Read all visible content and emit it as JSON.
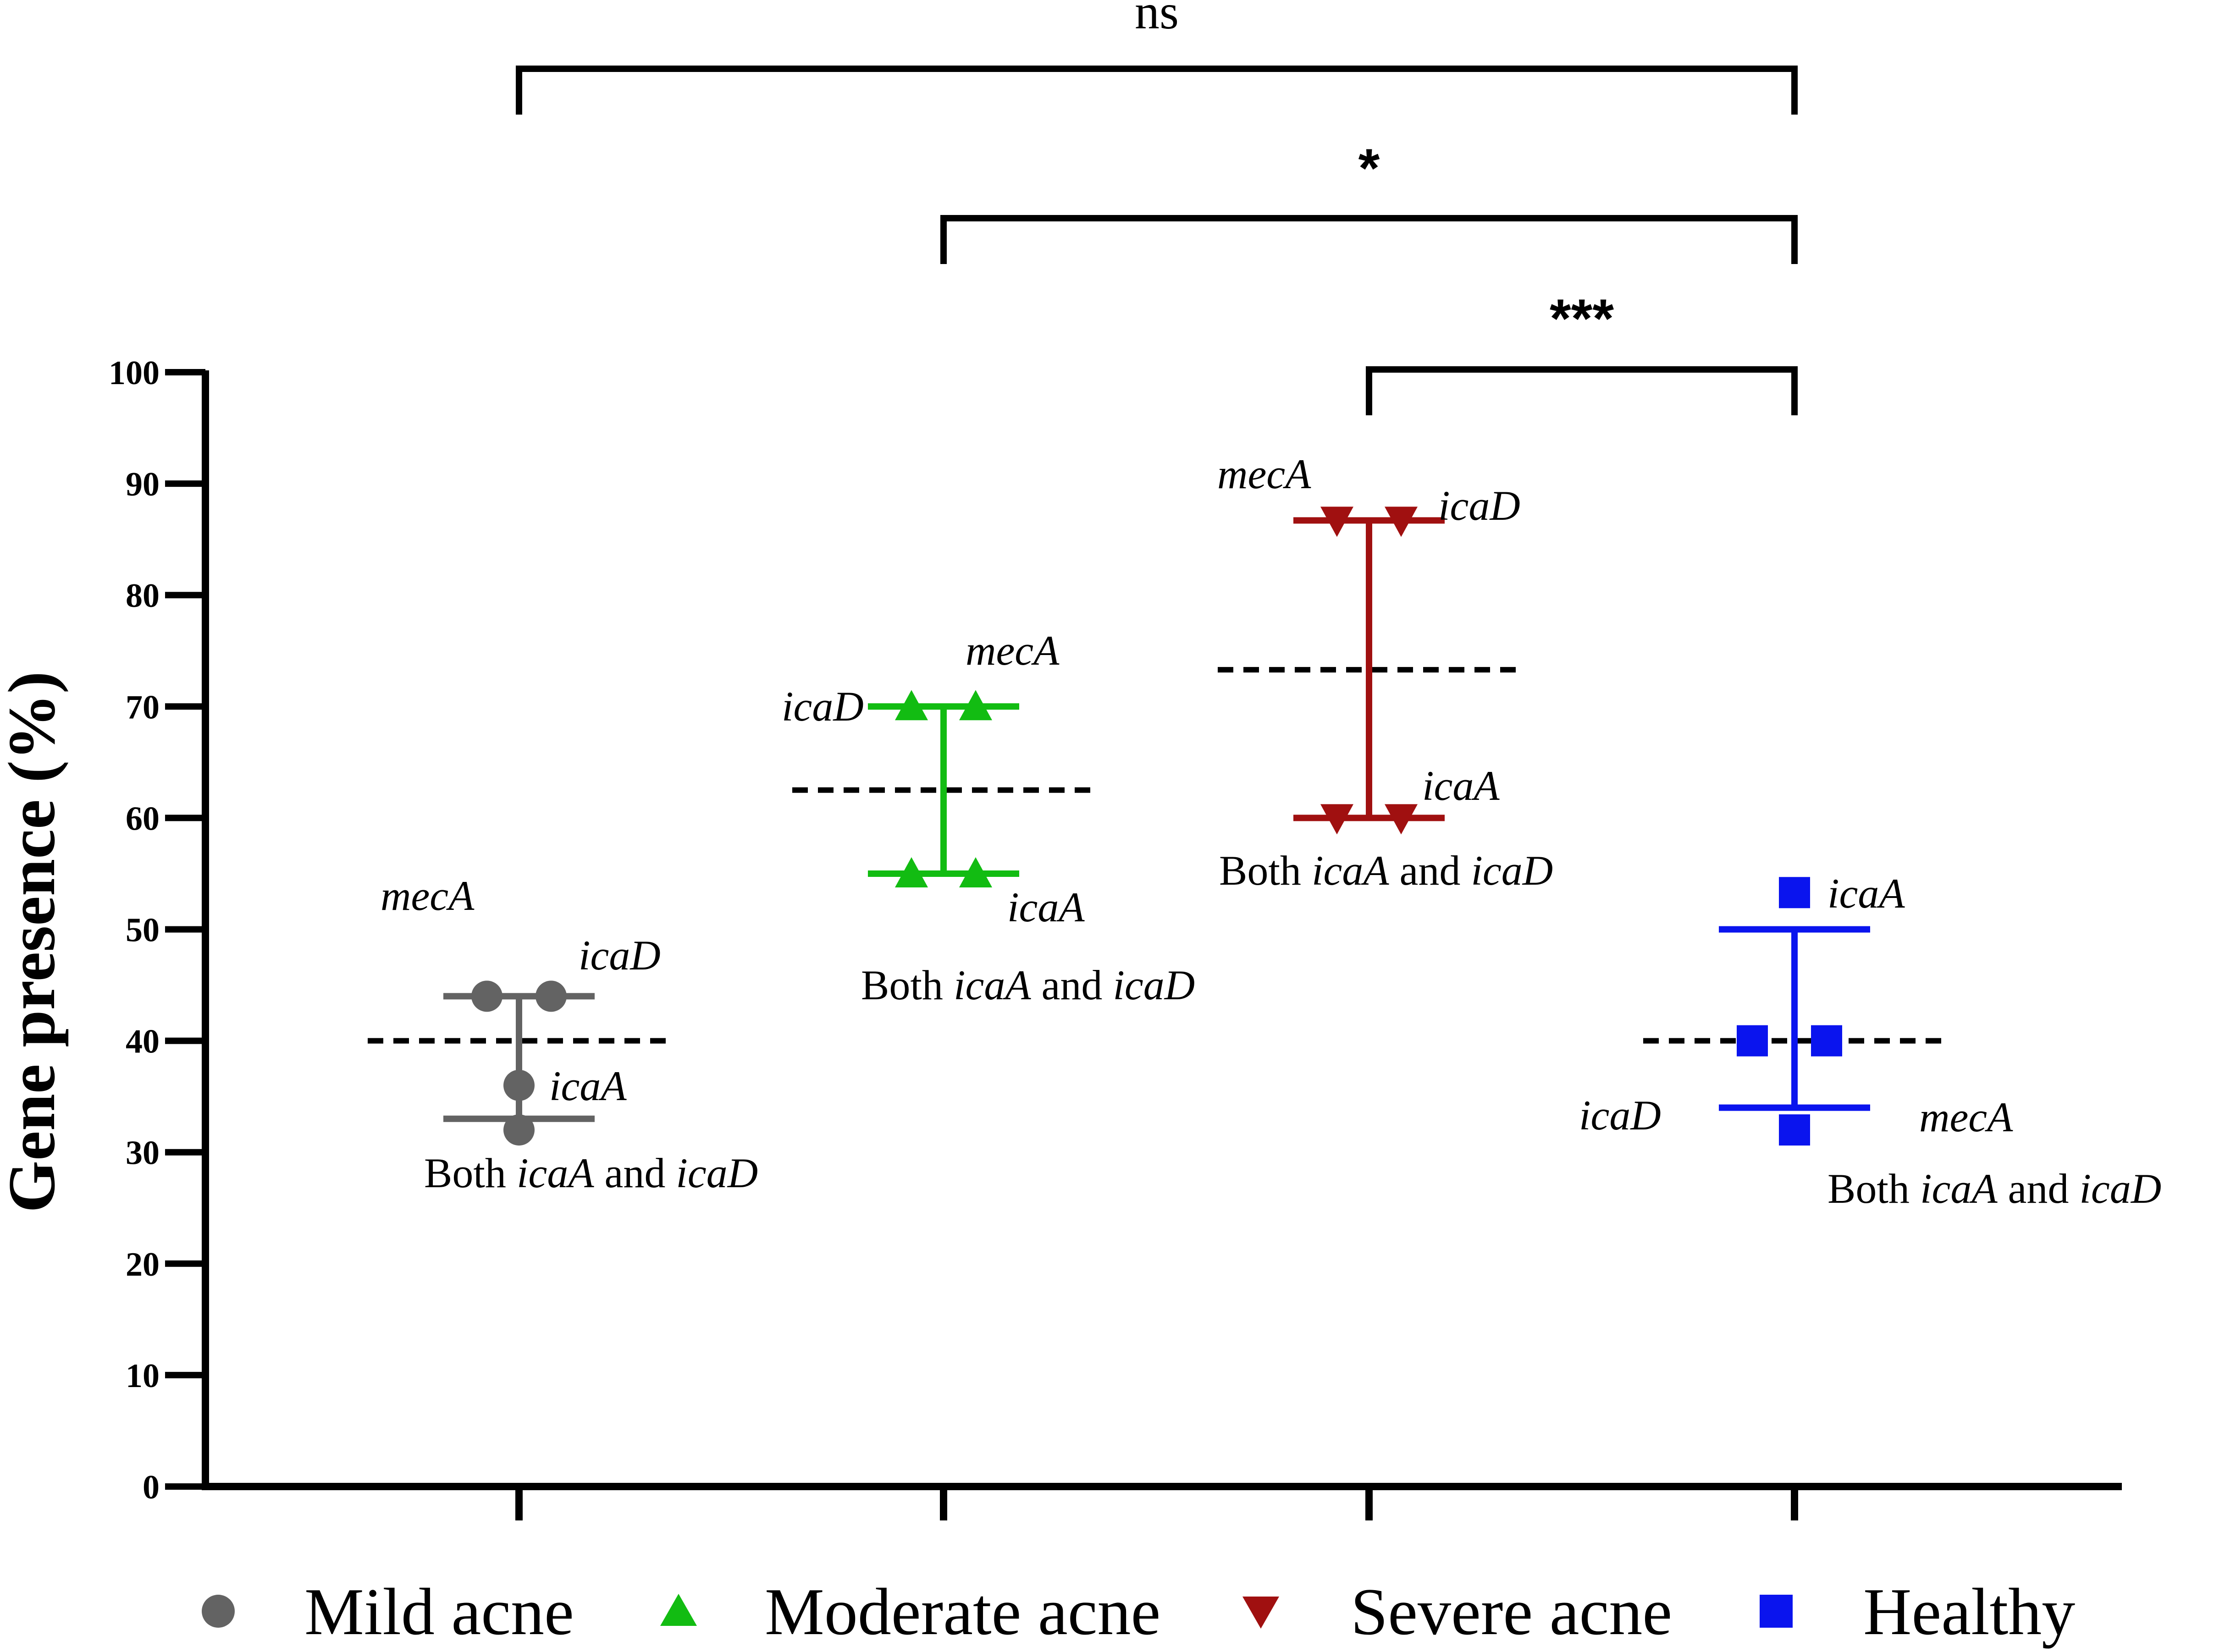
{
  "chart_data": {
    "type": "scatter",
    "ylabel": "Gene presence (%)",
    "xlabel": "",
    "ylim": [
      0,
      100
    ],
    "yticks": [
      0,
      10,
      20,
      30,
      40,
      50,
      60,
      70,
      80,
      90,
      100
    ],
    "grid": false,
    "legend_position": "bottom",
    "series": [
      {
        "name": "Mild acne",
        "marker": "circle",
        "color": "#636363",
        "points": [
          {
            "label": "mecA",
            "value": 44
          },
          {
            "label": "icaD",
            "value": 44
          },
          {
            "label": "icaA",
            "value": 36
          },
          {
            "label": "Both icaA and icaD",
            "value": 32
          }
        ],
        "mean": 40,
        "error_upper": 44,
        "error_lower": 33
      },
      {
        "name": "Moderate acne",
        "marker": "triangle-up",
        "color": "#12bc12",
        "points": [
          {
            "label": "icaD",
            "value": 70
          },
          {
            "label": "mecA",
            "value": 70
          },
          {
            "label": "icaA",
            "value": 55
          },
          {
            "label": "Both icaA and icaD",
            "value": 55
          }
        ],
        "mean": 62.5,
        "error_upper": 70,
        "error_lower": 55
      },
      {
        "name": "Severe acne",
        "marker": "triangle-down",
        "color": "#a01010",
        "points": [
          {
            "label": "mecA",
            "value": 86.7
          },
          {
            "label": "icaD",
            "value": 86.7
          },
          {
            "label": "Both icaA and icaD",
            "value": 60
          },
          {
            "label": "icaA",
            "value": 60
          }
        ],
        "mean": 73.3,
        "error_upper": 86.7,
        "error_lower": 60
      },
      {
        "name": "Healthy",
        "marker": "square",
        "color": "#0a14ee",
        "points": [
          {
            "label": "icaA",
            "value": 53.3
          },
          {
            "label": "icaD",
            "value": 40
          },
          {
            "label": "mecA",
            "value": 40
          },
          {
            "label": "Both icaA and icaD",
            "value": 32
          }
        ],
        "mean": 40,
        "error_upper": 50,
        "error_lower": 34
      }
    ],
    "significance": [
      {
        "from": "Mild acne",
        "to": "Healthy",
        "label": "ns"
      },
      {
        "from": "Moderate acne",
        "to": "Healthy",
        "label": "*"
      },
      {
        "from": "Severe acne",
        "to": "Healthy",
        "label": "***"
      }
    ]
  }
}
